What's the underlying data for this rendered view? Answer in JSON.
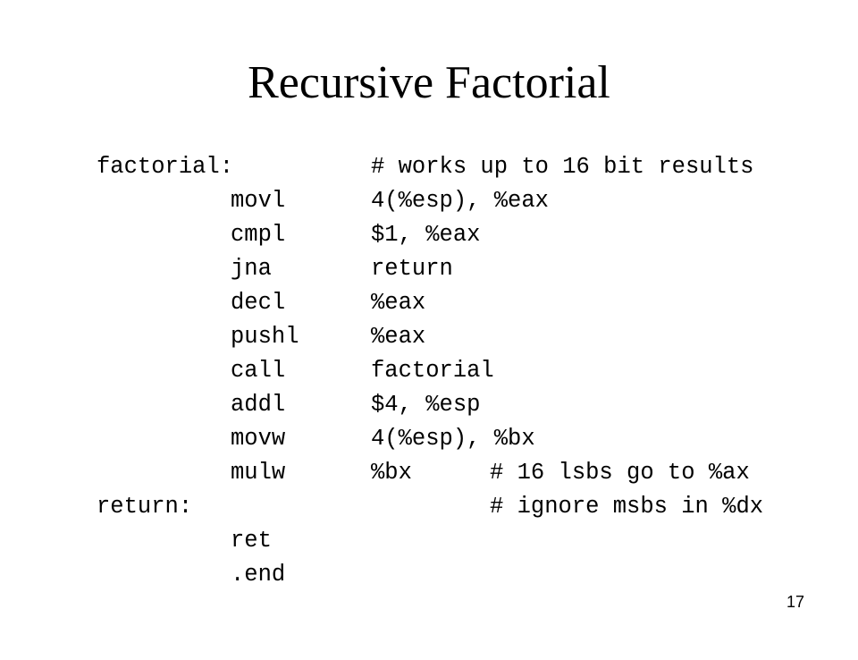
{
  "slide": {
    "title": "Recursive Factorial",
    "page_number": "17"
  },
  "code": {
    "lines": [
      {
        "label": "factorial:",
        "op": "",
        "args": "",
        "comment": "# works up to 16 bit results"
      },
      {
        "label": "",
        "op": "movl",
        "args": "4(%esp), %eax",
        "comment": ""
      },
      {
        "label": "",
        "op": "cmpl",
        "args": "$1, %eax",
        "comment": ""
      },
      {
        "label": "",
        "op": "jna",
        "args": "return",
        "comment": ""
      },
      {
        "label": "",
        "op": "decl",
        "args": "%eax",
        "comment": ""
      },
      {
        "label": "",
        "op": "pushl",
        "args": "%eax",
        "comment": ""
      },
      {
        "label": "",
        "op": "call",
        "args": "factorial",
        "comment": ""
      },
      {
        "label": "",
        "op": "addl",
        "args": "$4, %esp",
        "comment": ""
      },
      {
        "label": "",
        "op": "movw",
        "args": "4(%esp), %bx",
        "comment": ""
      },
      {
        "label": "",
        "op": "mulw",
        "args": "%bx",
        "comment": "# 16 lsbs go to %ax"
      },
      {
        "label": "return:",
        "op": "",
        "args": "",
        "comment": "# ignore msbs in %dx"
      },
      {
        "label": "",
        "op": "ret",
        "args": "",
        "comment": ""
      },
      {
        "label": "",
        "op": ".end",
        "args": "",
        "comment": ""
      }
    ]
  }
}
